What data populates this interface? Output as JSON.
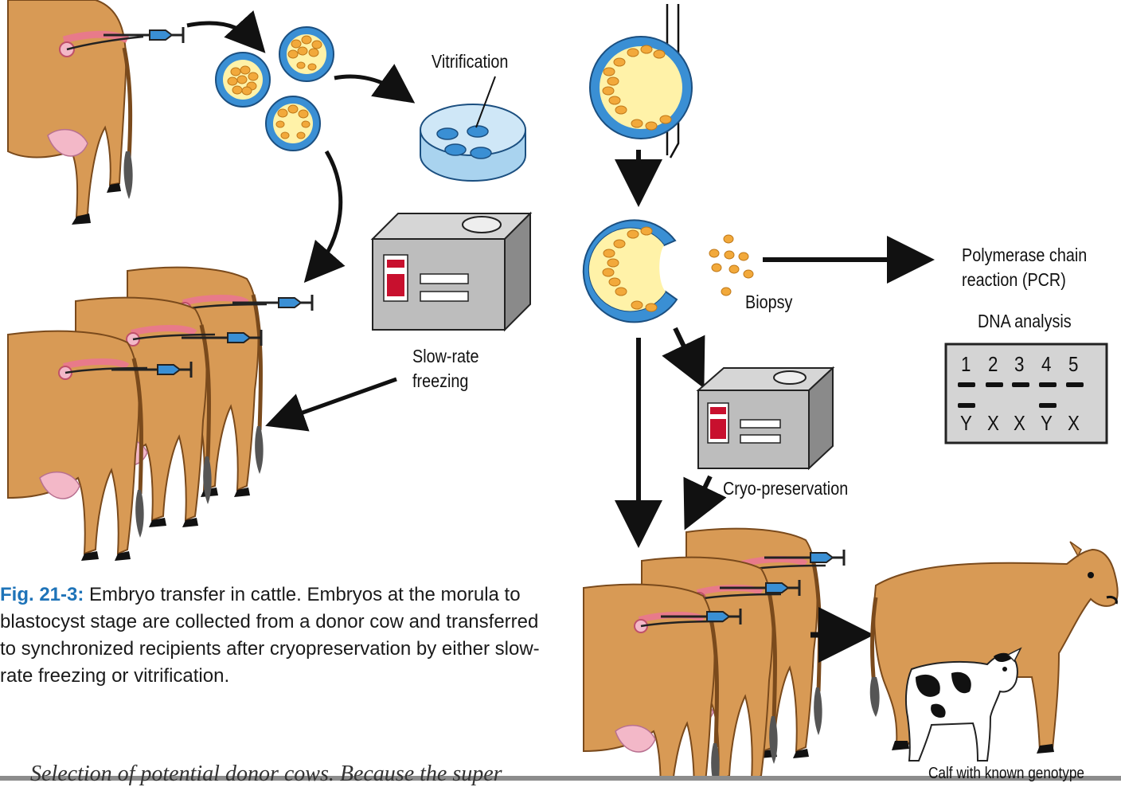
{
  "labels": {
    "vitrification": "Vitrification",
    "slow_rate_1": "Slow-rate",
    "slow_rate_2": "freezing",
    "biopsy": "Biopsy",
    "pcr_1": "Polymerase chain",
    "pcr_2": "reaction (PCR)",
    "dna": "DNA analysis",
    "cryo": "Cryo-preservation",
    "calf": "Calf with known genotype"
  },
  "gel": {
    "lanes": [
      "1",
      "2",
      "3",
      "4",
      "5"
    ],
    "sex": [
      "Y",
      "X",
      "X",
      "Y",
      "X"
    ]
  },
  "caption": {
    "fig": "Fig. 21-3:",
    "text": " Embryo transfer in cattle. Embryos at the morula to blastocyst stage are collected from a donor cow and transferred to synchronized recipients after cryopreservation by either slow-rate freezing or vitrification."
  },
  "body_fragment": "Selection of potential donor cows. Because the super",
  "colors": {
    "cow_body": "#d89a55",
    "embryo_outer": "#3a8fd4",
    "embryo_inner": "#fff2a8",
    "cell": "#f2a93b",
    "figure_label": "#1e73b8"
  }
}
